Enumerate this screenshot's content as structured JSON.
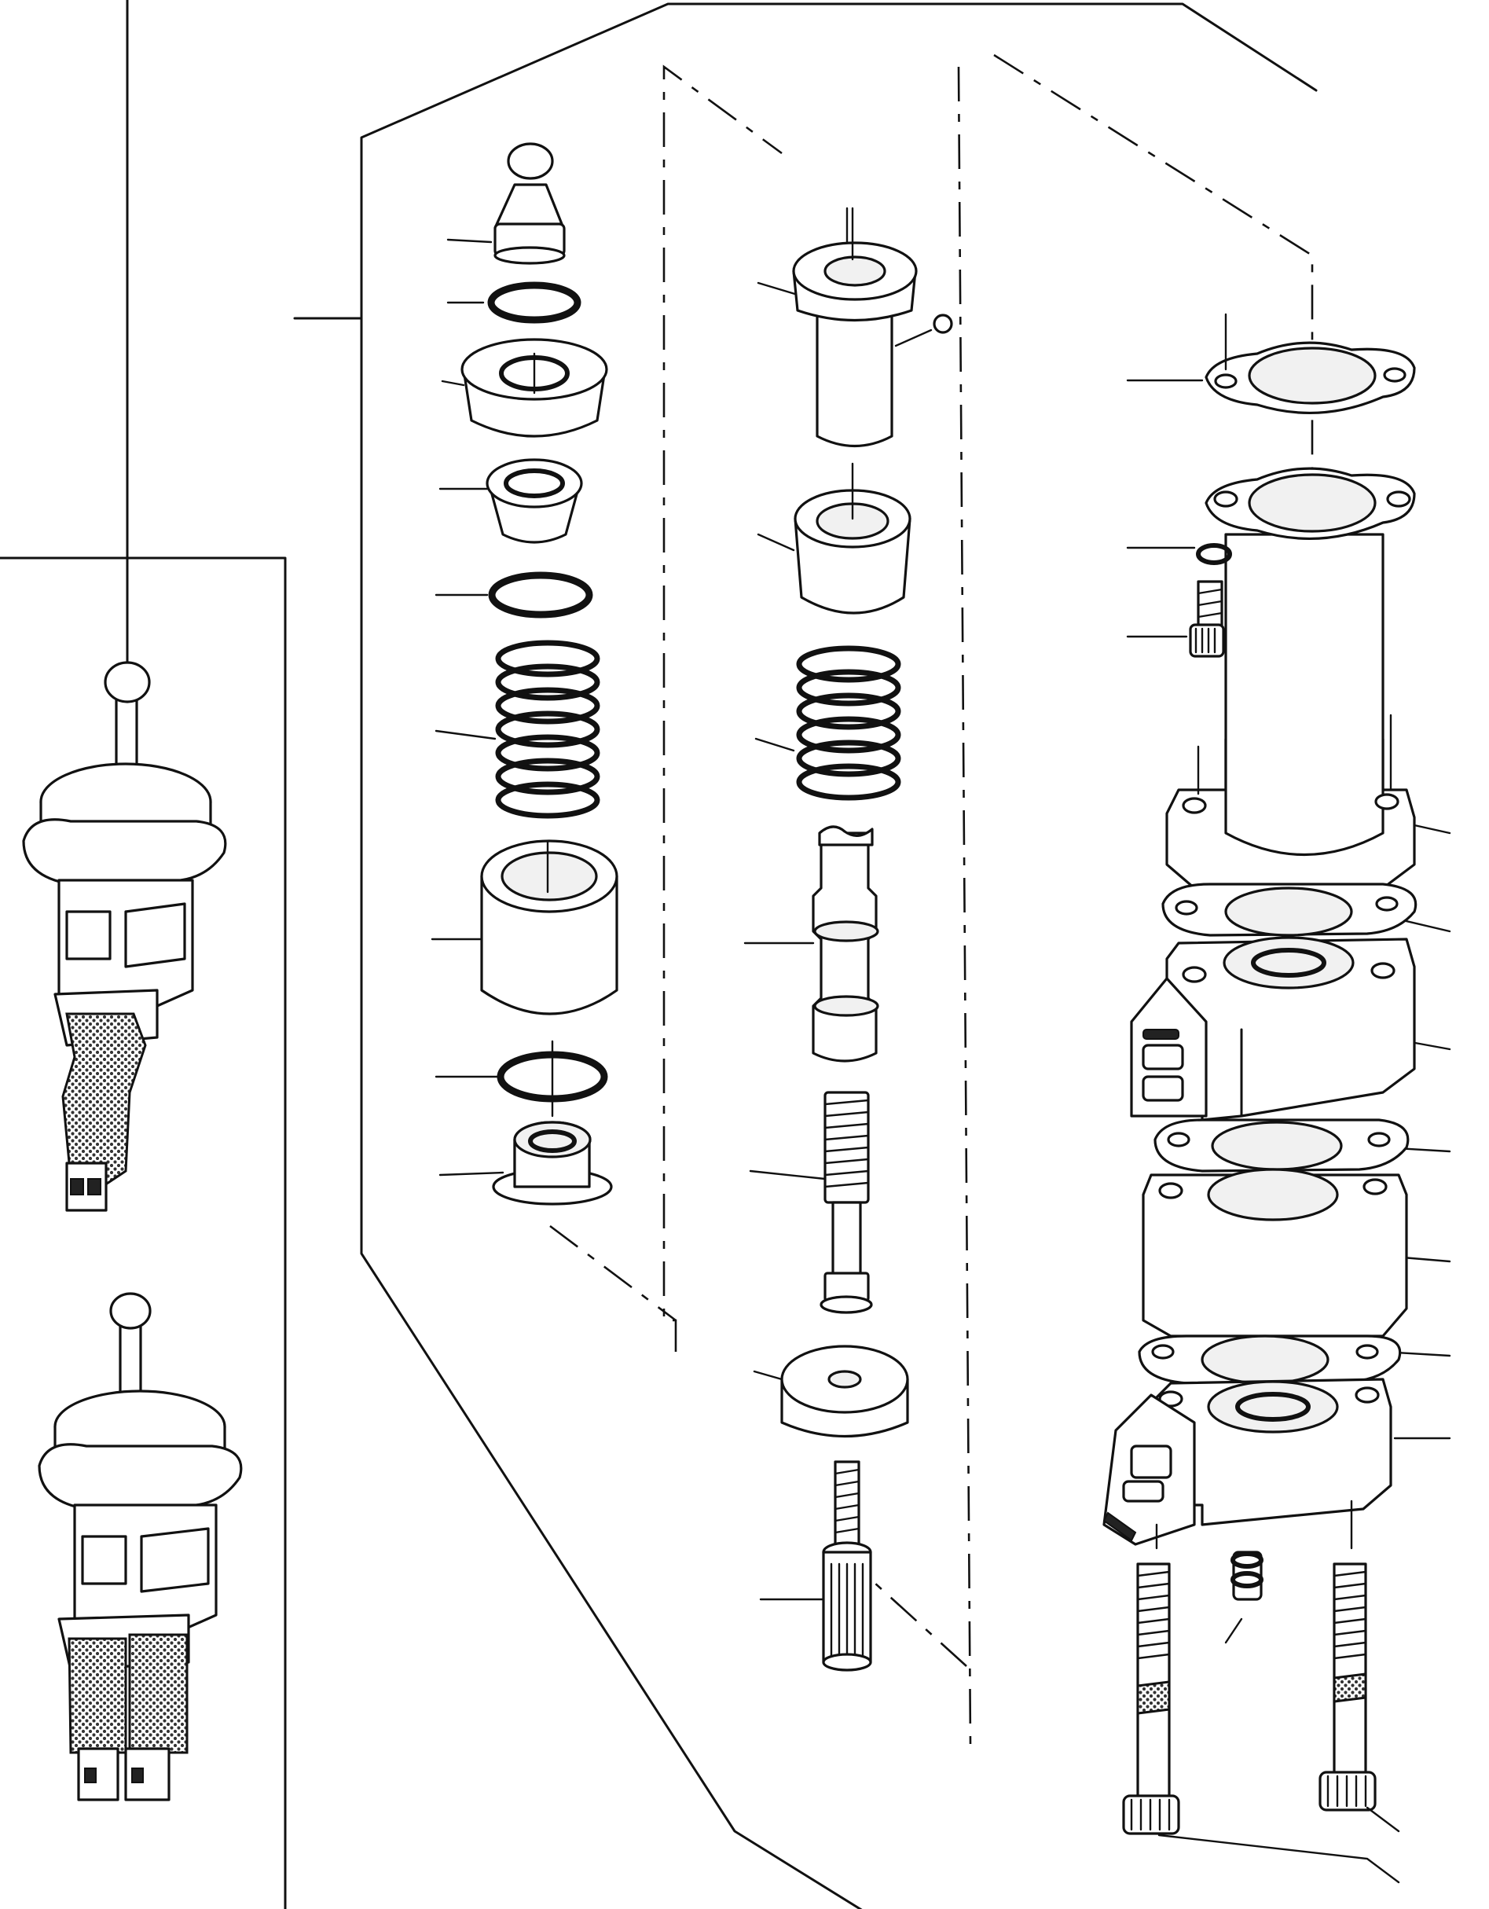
{
  "diagram": {
    "kind": "exploded parts diagram (no printed labels)",
    "assemblies": [
      {
        "name": "inset-assembled-views",
        "views": 2
      },
      {
        "name": "left-column",
        "parts": [
          "push-rod",
          "o-ring",
          "cap",
          "guide",
          "o-ring",
          "spring",
          "sleeve",
          "o-ring",
          "bushing"
        ]
      },
      {
        "name": "middle-column",
        "parts": [
          "piston",
          "retainer",
          "spring",
          "spool",
          "stem",
          "washer-block",
          "adjusting-screw"
        ]
      },
      {
        "name": "right-column",
        "parts": [
          "gasket",
          "housing",
          "o-ring",
          "bolt",
          "flange",
          "gasket",
          "body-upper",
          "gasket",
          "spacer",
          "gasket",
          "body-lower",
          "plug",
          "long-bolt",
          "long-bolt"
        ]
      }
    ]
  }
}
